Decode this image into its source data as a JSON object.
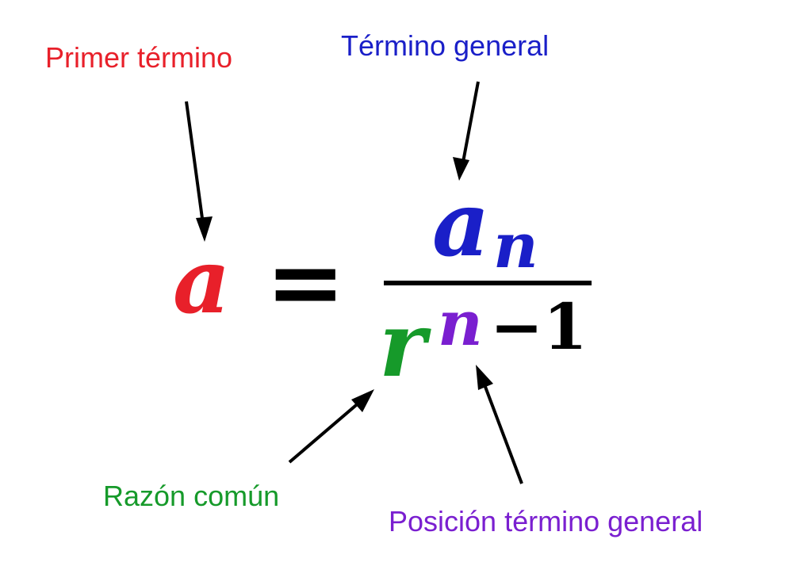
{
  "labels": {
    "first_term": "Primer término",
    "general_term": "Término general",
    "common_ratio": "Razón común",
    "position": "Posición término general"
  },
  "formula": {
    "lhs": "a",
    "equals": "=",
    "numerator_base": "a",
    "numerator_sub": "n",
    "denominator_base": "r",
    "exponent_var": "n",
    "exponent_rest": "−1"
  },
  "colors": {
    "first_term": "#e8202a",
    "general_term": "#1a1fc8",
    "common_ratio": "#169a2a",
    "position": "#7a1fd0",
    "ink": "#000000"
  }
}
